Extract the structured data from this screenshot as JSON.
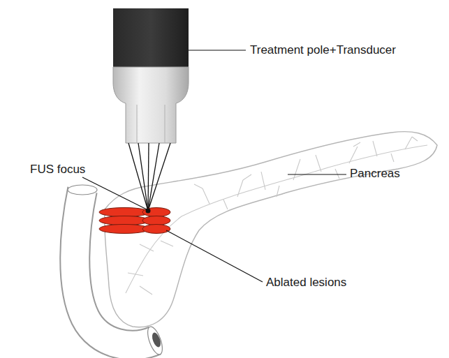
{
  "diagram": {
    "labels": [
      "Treatment pole+Transducer",
      "FUS focus",
      "Pancreas",
      "Ablated lesions"
    ]
  }
}
